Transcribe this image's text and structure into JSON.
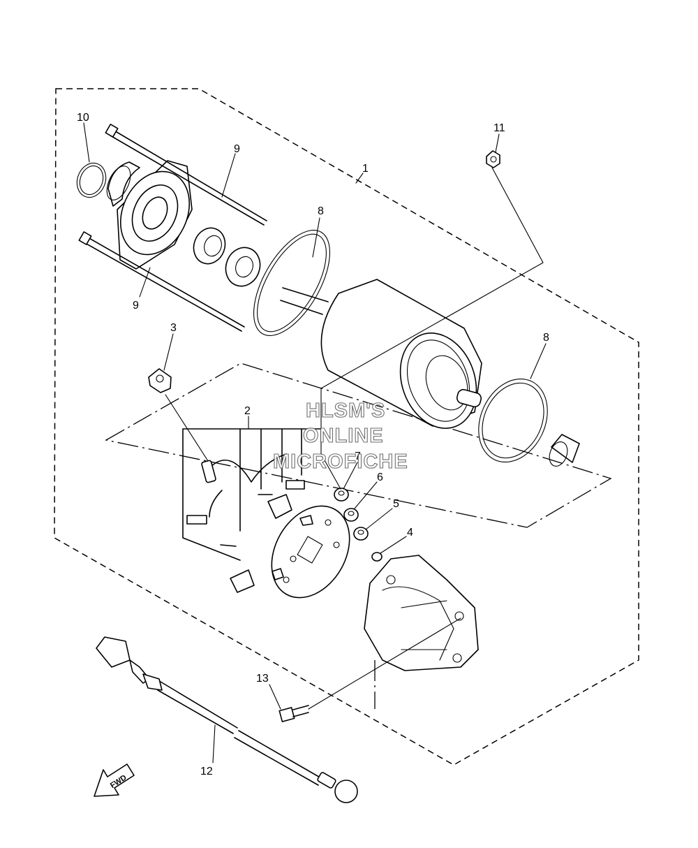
{
  "diagram": {
    "callouts": [
      {
        "id": "c1",
        "label": "1"
      },
      {
        "id": "c2",
        "label": "2"
      },
      {
        "id": "c3",
        "label": "3"
      },
      {
        "id": "c4",
        "label": "4"
      },
      {
        "id": "c5",
        "label": "5"
      },
      {
        "id": "c6",
        "label": "6"
      },
      {
        "id": "c7",
        "label": "7"
      },
      {
        "id": "c8a",
        "label": "8"
      },
      {
        "id": "c8b",
        "label": "8"
      },
      {
        "id": "c9a",
        "label": "9"
      },
      {
        "id": "c9b",
        "label": "9"
      },
      {
        "id": "c10",
        "label": "10"
      },
      {
        "id": "c11",
        "label": "11"
      },
      {
        "id": "c12",
        "label": "12"
      },
      {
        "id": "c13",
        "label": "13"
      }
    ],
    "watermark": {
      "line1": "HLSM'S",
      "line2": "ONLINE",
      "line3": "MICROFICHE"
    },
    "direction_arrow": "FWD",
    "line_color": "#000000",
    "background_color": "#ffffff"
  }
}
